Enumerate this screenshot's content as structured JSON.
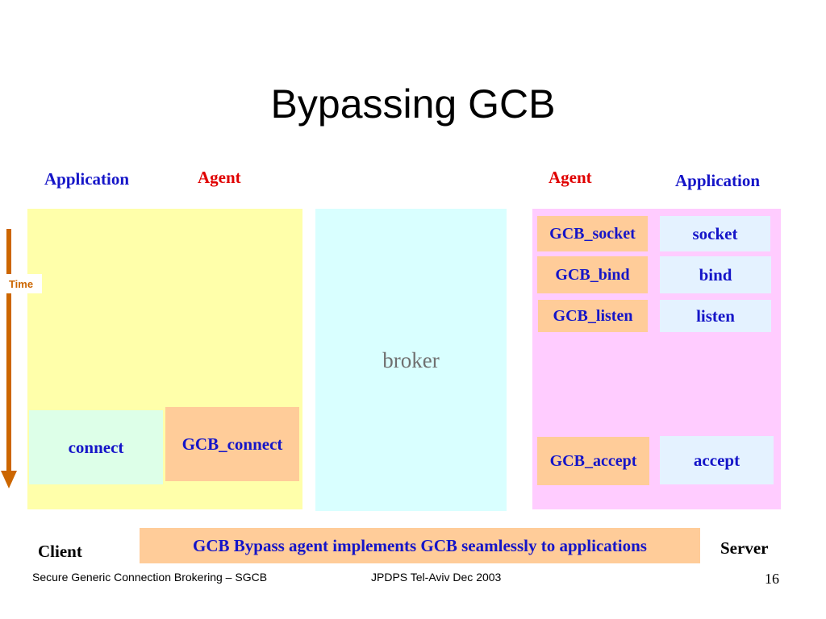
{
  "slide": {
    "title": "Bypassing GCB",
    "page_number": "16"
  },
  "labels": {
    "client_application": "Application",
    "client_agent": "Agent",
    "server_agent": "Agent",
    "server_application": "Application",
    "client": "Client",
    "server": "Server",
    "time": "Time"
  },
  "client": {
    "connect": "connect",
    "gcb_connect": "GCB_connect"
  },
  "broker": {
    "label": "broker"
  },
  "server": {
    "gcb_socket": "GCB_socket",
    "socket": "socket",
    "gcb_bind": "GCB_bind",
    "bind": "bind",
    "gcb_listen": "GCB_listen",
    "listen": "listen",
    "gcb_accept": "GCB_accept",
    "accept": "accept"
  },
  "caption": "GCB Bypass agent implements GCB seamlessly to applications",
  "footer": {
    "left": "Secure Generic Connection Brokering – SGCB",
    "center": "JPDPS Tel-Aviv Dec 2003"
  },
  "colors": {
    "client_region": "#ffffaa",
    "broker_region": "#d9ffff",
    "server_region": "#ffccff",
    "gcb_box": "#ffcc99",
    "app_call_box": "#e4f2ff",
    "connect_box": "#ddffe8",
    "time_arrow": "#cc6600",
    "label_blue": "#1515c8",
    "label_red": "#e00000"
  }
}
